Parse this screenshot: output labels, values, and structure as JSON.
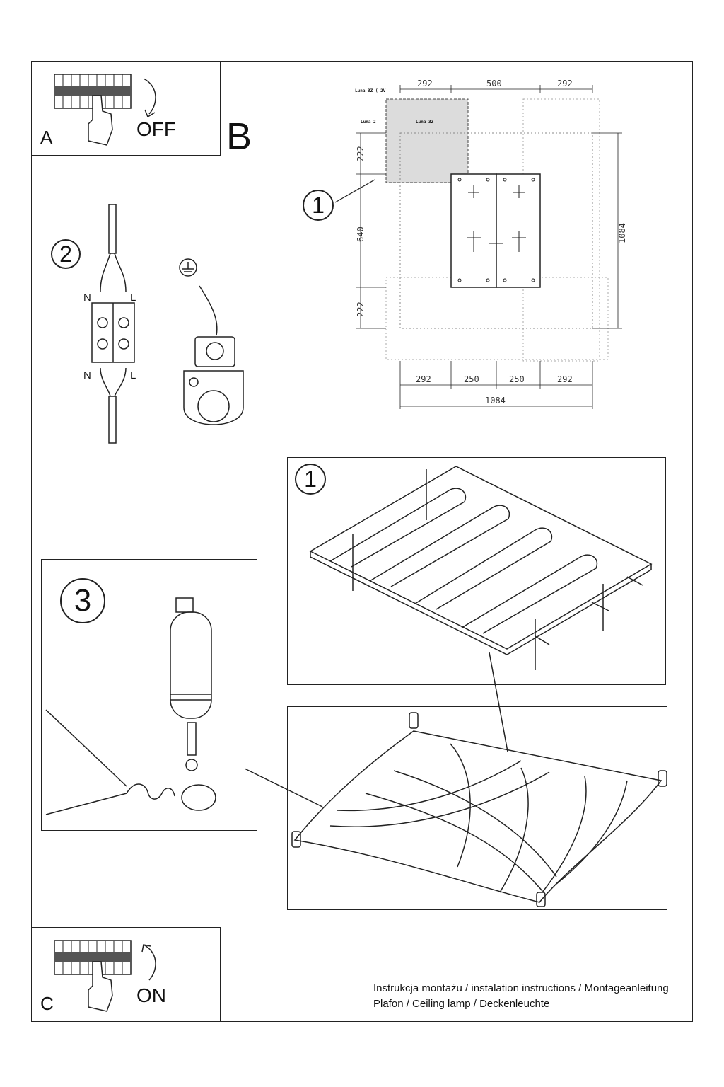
{
  "panel_a": {
    "letter": "A",
    "state": "OFF"
  },
  "panel_b": {
    "letter": "B"
  },
  "panel_c": {
    "letter": "C",
    "state": "ON"
  },
  "steps": {
    "one": "1",
    "two": "2",
    "three": "3"
  },
  "wiring": {
    "n_top": "N",
    "l_top": "L",
    "n_bottom": "N",
    "l_bottom": "L"
  },
  "plan": {
    "note_1": "Luna 3Z ( 2V",
    "note_2": "Luna 2",
    "note_3": "Luna 3Z",
    "dim_top": [
      "292",
      "500",
      "292"
    ],
    "dim_left": [
      "222",
      "640",
      "222"
    ],
    "dim_right": "1084",
    "dim_bottom": [
      "292",
      "250",
      "250",
      "292"
    ],
    "dim_total": "1084"
  },
  "footer": {
    "line1": "Instrukcja montażu / instalation instructions / Montageanleitung",
    "line2": "Plafon / Ceiling lamp / Deckenleuchte"
  }
}
